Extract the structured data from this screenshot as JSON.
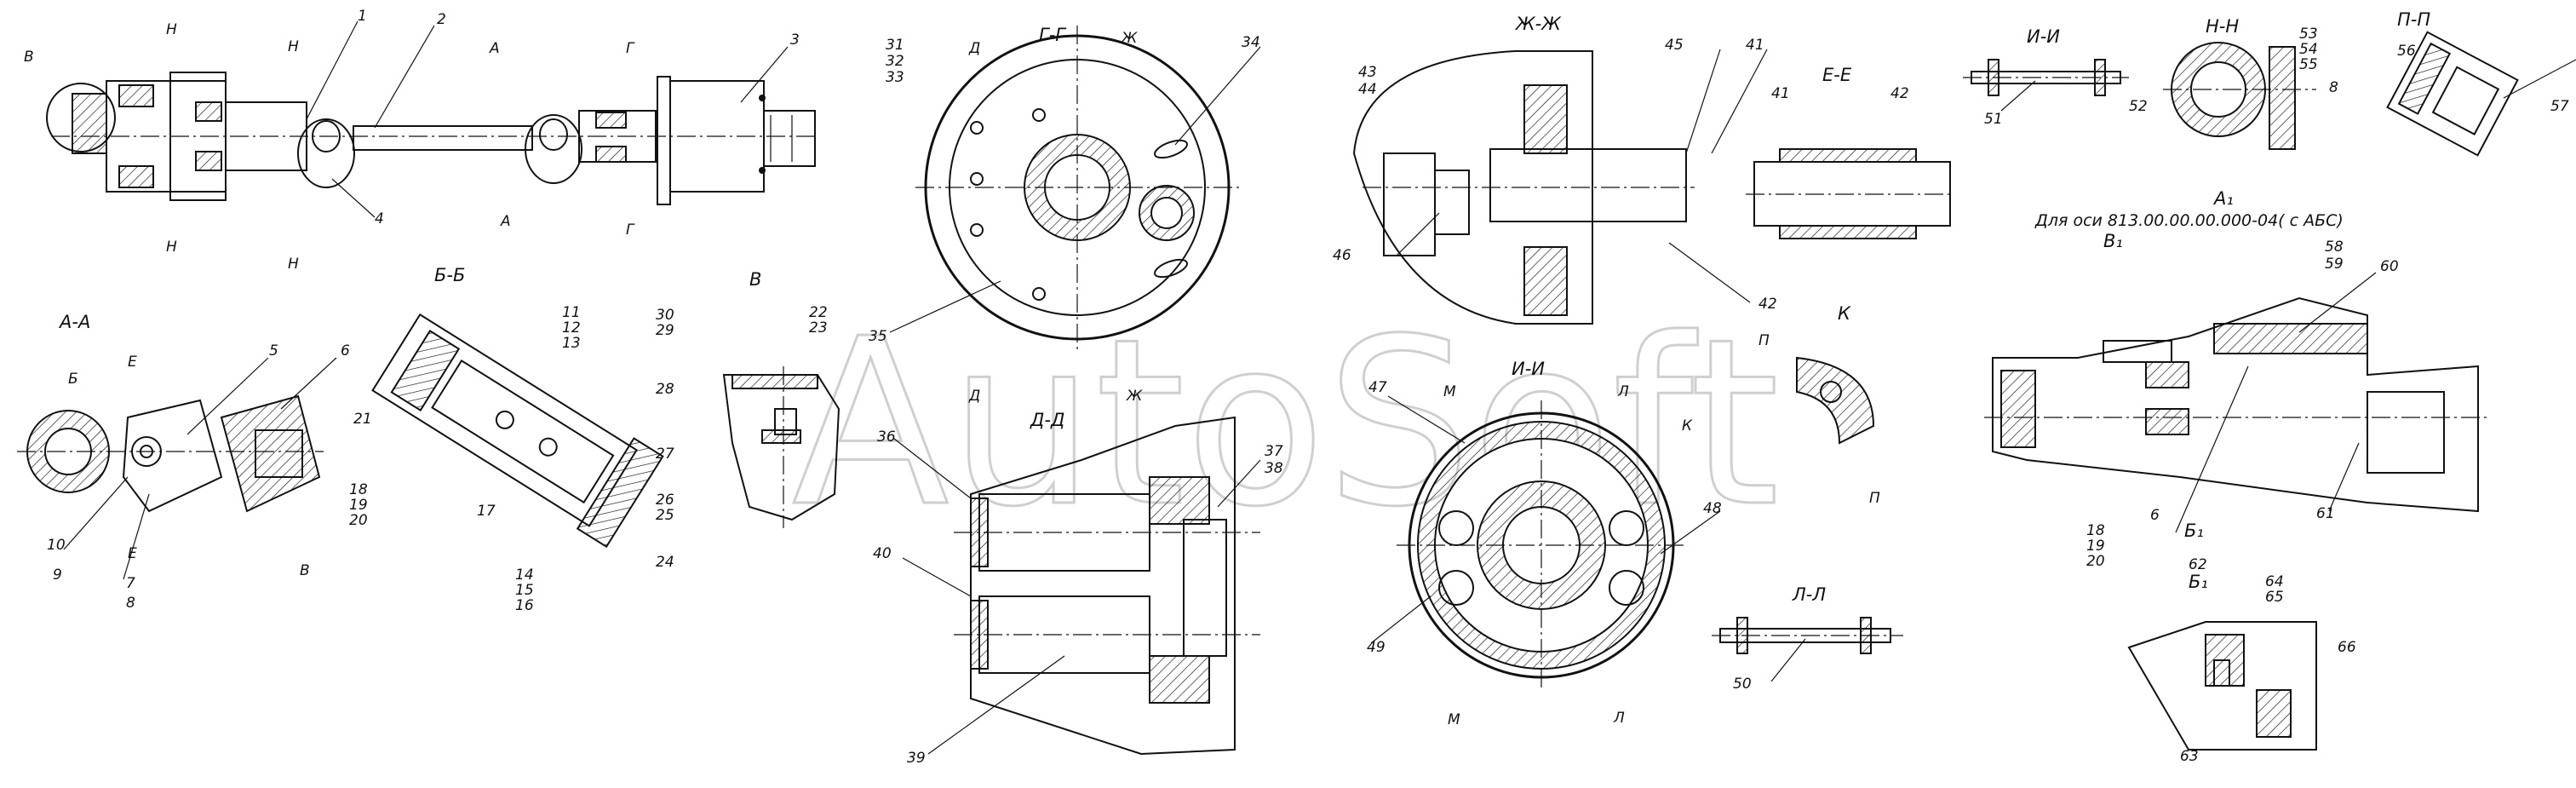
{
  "watermark": "AutoSoft",
  "axis_note": "Для оси 813.00.00.00.000-04( с АБС)",
  "sections": [
    "А-А",
    "Б-Б",
    "В",
    "Г-Г",
    "Д-Д",
    "Ж-Ж",
    "Е-Е",
    "И-И",
    "К",
    "Л-Л",
    "И-И",
    "Н-Н",
    "П-П",
    "А₁",
    "Б₁",
    "В₁",
    "Б₁"
  ],
  "cut_letters": [
    "В",
    "Н",
    "Н",
    "А",
    "А",
    "Г",
    "Г",
    "Н",
    "Н",
    "Е",
    "Е",
    "Б",
    "В",
    "Д",
    "Ж",
    "Д",
    "Ж",
    "М",
    "Л",
    "М",
    "Л",
    "П",
    "П",
    "К"
  ],
  "parts": [
    "1",
    "2",
    "3",
    "4",
    "5",
    "6",
    "7",
    "8",
    "9",
    "10",
    "11",
    "12",
    "13",
    "14",
    "15",
    "16",
    "17",
    "18",
    "19",
    "20",
    "21",
    "22",
    "23",
    "24",
    "25",
    "26",
    "27",
    "28",
    "29",
    "30",
    "31",
    "32",
    "33",
    "34",
    "35",
    "36",
    "37",
    "38",
    "39",
    "40",
    "41",
    "42",
    "43",
    "44",
    "45",
    "46",
    "47",
    "48",
    "49",
    "50",
    "51",
    "52",
    "53",
    "54",
    "55",
    "56",
    "57",
    "58",
    "59",
    "60",
    "61",
    "62",
    "63",
    "64",
    "65",
    "66",
    "18",
    "19",
    "20",
    "6",
    "8",
    "41",
    "42"
  ]
}
